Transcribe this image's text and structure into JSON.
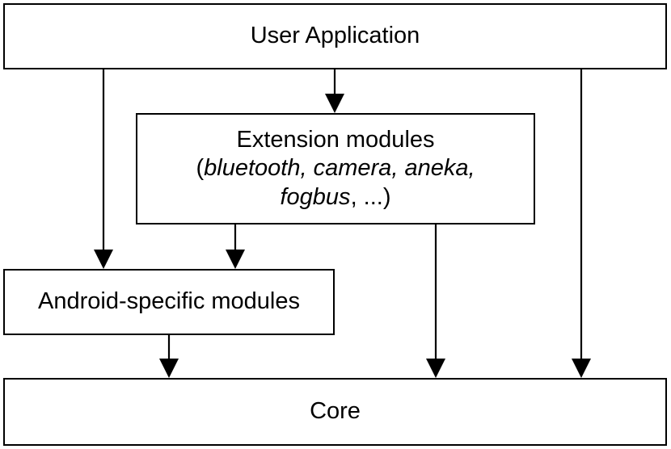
{
  "diagram": {
    "user_application": {
      "label": "User Application"
    },
    "extension_modules": {
      "title": "Extension modules",
      "open_paren": "(",
      "ex1": "bluetooth",
      "sep1": ", ",
      "ex2": "camera",
      "sep2": ", ",
      "ex3": "aneka",
      "sep3": ",",
      "ex4": "fogbus",
      "tail": ", ...)"
    },
    "android_modules": {
      "label": "Android-specific modules"
    },
    "core": {
      "label": "Core"
    },
    "edges": [
      {
        "from": "User Application",
        "to": "Extension modules"
      },
      {
        "from": "User Application",
        "to": "Android-specific modules"
      },
      {
        "from": "User Application",
        "to": "Core"
      },
      {
        "from": "Extension modules",
        "to": "Android-specific modules"
      },
      {
        "from": "Extension modules",
        "to": "Core"
      },
      {
        "from": "Android-specific modules",
        "to": "Core"
      }
    ]
  }
}
